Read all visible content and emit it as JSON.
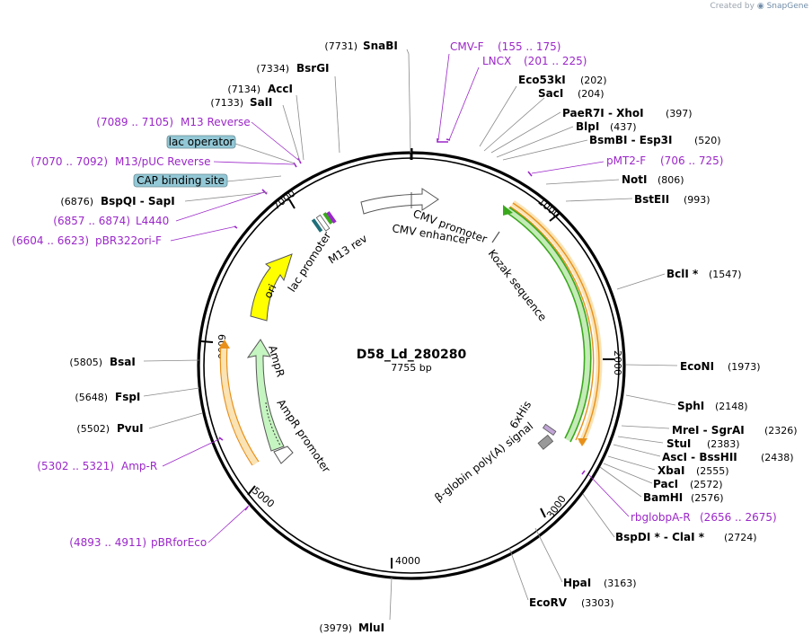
{
  "credit": {
    "prefix": "Created by",
    "brand": "SnapGene"
  },
  "plasmid": {
    "name": "D58_Ld_280280",
    "size_label": "7755 bp"
  },
  "restriction_sites": [
    {
      "name": "SnaBI",
      "pos": "(7731)",
      "side": "left"
    },
    {
      "name": "BsrGI",
      "pos": "(7334)",
      "side": "left"
    },
    {
      "name": "AccI",
      "pos": "(7134)",
      "side": "left"
    },
    {
      "name": "SalI",
      "pos": "(7133)",
      "side": "left"
    },
    {
      "name": "BspQI - SapI",
      "pos": "(6876)",
      "side": "left"
    },
    {
      "name": "BsaI",
      "pos": "(5805)",
      "side": "left"
    },
    {
      "name": "FspI",
      "pos": "(5648)",
      "side": "left"
    },
    {
      "name": "PvuI",
      "pos": "(5502)",
      "side": "left"
    },
    {
      "name": "MluI",
      "pos": "(3979)",
      "side": "left"
    },
    {
      "name": "Eco53kI",
      "pos": "(202)",
      "side": "right"
    },
    {
      "name": "SacI",
      "pos": "(204)",
      "side": "right"
    },
    {
      "name": "PaeR7I - XhoI",
      "pos": "(397)",
      "side": "right"
    },
    {
      "name": "BlpI",
      "pos": "(437)",
      "side": "right"
    },
    {
      "name": "BsmBI - Esp3I",
      "pos": "(520)",
      "side": "right"
    },
    {
      "name": "NotI",
      "pos": "(806)",
      "side": "right"
    },
    {
      "name": "BstEII",
      "pos": "(993)",
      "side": "right"
    },
    {
      "name": "BclI *",
      "pos": "(1547)",
      "side": "right"
    },
    {
      "name": "EcoNI",
      "pos": "(1973)",
      "side": "right"
    },
    {
      "name": "SphI",
      "pos": "(2148)",
      "side": "right"
    },
    {
      "name": "MreI - SgrAI",
      "pos": "(2326)",
      "side": "right"
    },
    {
      "name": "StuI",
      "pos": "(2383)",
      "side": "right"
    },
    {
      "name": "AscI - BssHII",
      "pos": "(2438)",
      "side": "right"
    },
    {
      "name": "XbaI",
      "pos": "(2555)",
      "side": "right"
    },
    {
      "name": "PacI",
      "pos": "(2572)",
      "side": "right"
    },
    {
      "name": "BamHI",
      "pos": "(2576)",
      "side": "right"
    },
    {
      "name": "BspDI * - ClaI *",
      "pos": "(2724)",
      "side": "right"
    },
    {
      "name": "HpaI",
      "pos": "(3163)",
      "side": "right"
    },
    {
      "name": "EcoRV",
      "pos": "(3303)",
      "side": "right"
    }
  ],
  "primers": [
    {
      "name": "CMV-F",
      "range": "(155 .. 175)"
    },
    {
      "name": "LNCX",
      "range": "(201 .. 225)"
    },
    {
      "name": "pMT2-F",
      "range": "(706 .. 725)"
    },
    {
      "name": "rbglobpA-R",
      "range": "(2656 .. 2675)"
    },
    {
      "name": "pBRforEco",
      "range": "(4893 .. 4911)"
    },
    {
      "name": "Amp-R",
      "range": "(5302 .. 5321)"
    },
    {
      "name": "pBR322ori-F",
      "range": "(6604 .. 6623)"
    },
    {
      "name": "L4440",
      "range": "(6857 .. 6874)"
    },
    {
      "name": "M13/pUC Reverse",
      "range": "(7070 .. 7092)"
    },
    {
      "name": "M13 Reverse",
      "range": "(7089 .. 7105)"
    }
  ],
  "boxed_features": [
    {
      "name": "lac operator"
    },
    {
      "name": "CAP binding site"
    }
  ],
  "features": [
    {
      "name": "CMV enhancer"
    },
    {
      "name": "CMV promoter"
    },
    {
      "name": "Kozak sequence"
    },
    {
      "name": "6xHis"
    },
    {
      "name": "β-globin poly(A) signal"
    },
    {
      "name": "ori"
    },
    {
      "name": "AmpR"
    },
    {
      "name": "AmpR promoter"
    },
    {
      "name": "lac promoter"
    },
    {
      "name": "M13 rev"
    }
  ],
  "ticks": [
    "1000",
    "2000",
    "3000",
    "4000",
    "5000",
    "6000",
    "7000"
  ],
  "colors": {
    "primer": "#9b27c9",
    "orf_outline": "#e8901a",
    "orf_fill": "#fbe3b4",
    "cds_green": "#3aa81c",
    "ori_fill": "#ffff00",
    "ampr_fill": "#c5f5c0",
    "boxed_fill": "#93c8d6"
  }
}
